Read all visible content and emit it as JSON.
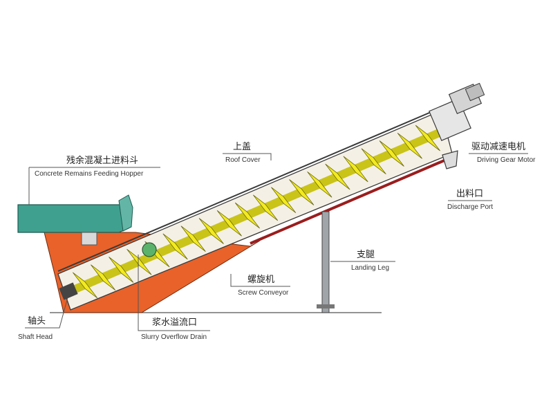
{
  "labels": {
    "hopper": {
      "cn": "残余混凝土进料斗",
      "en": "Concrete Remains Feeding Hopper"
    },
    "roof": {
      "cn": "上盖",
      "en": "Roof Cover"
    },
    "motor": {
      "cn": "驱动减速电机",
      "en": "Driving Gear Motor"
    },
    "discharge": {
      "cn": "出料口",
      "en": "Discharge Port"
    },
    "leg": {
      "cn": "支腿",
      "en": "Landing Leg"
    },
    "screw": {
      "cn": "螺旋机",
      "en": "Screw Conveyor"
    },
    "shaft": {
      "cn": "轴头",
      "en": "Shaft Head"
    },
    "slurry": {
      "cn": "浆水溢流口",
      "en": "Slurry Overflow Drain"
    }
  },
  "colors": {
    "hopper": "#3fa08f",
    "slurry": "#e8622a",
    "flight": "#f3ea1f",
    "shaft": "#c9c417",
    "trough_bottom": "#9b1d1d",
    "frame": "#3a3a3a"
  }
}
